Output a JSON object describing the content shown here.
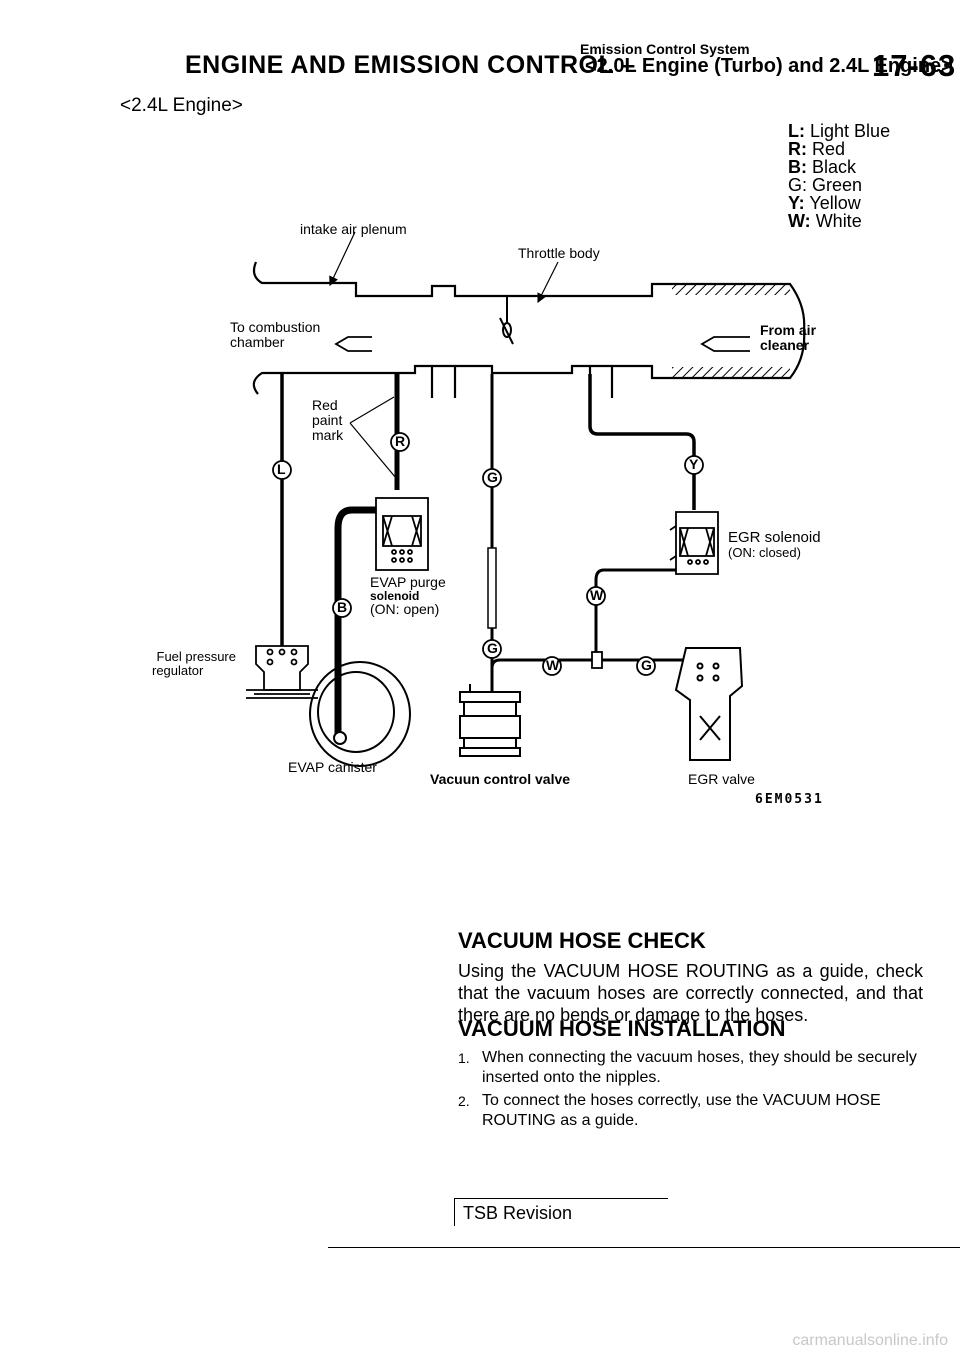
{
  "header": {
    "section": "ENGINE AND EMISSION CONTROL –",
    "system": "Emission Control System",
    "engines": "<2.0L Engine (Turbo) and 2.4L Engine>",
    "page_number": "17-63"
  },
  "subtitle": "<2.4L Engine>",
  "legend": [
    {
      "key": "L:",
      "value": "Light Blue"
    },
    {
      "key": "R:",
      "value": "Red"
    },
    {
      "key": "B:",
      "value": "Black"
    },
    {
      "key": "G:",
      "value": "Green"
    },
    {
      "key": "Y:",
      "value": "Yellow"
    },
    {
      "key": "W:",
      "value": "White"
    }
  ],
  "diagram": {
    "intake_air_plenum": "intake air plenum",
    "throttle_body": "Throttle body",
    "to_combustion": [
      "To combustion",
      "chamber"
    ],
    "from_air_cleaner": [
      "From air",
      "cleaner"
    ],
    "red_paint_mark": [
      "Red",
      "paint",
      "mark"
    ],
    "evap_purge_solenoid": [
      "EVAP purge",
      "solenoid",
      "(ON: open)"
    ],
    "egr_solenoid": [
      "EGR solenoid",
      "(ON: closed)"
    ],
    "fuel_pressure_regulator": [
      "Fuel pressure",
      "regulator"
    ],
    "evap_canister": "EVAP canister",
    "vacuum_control_valve": "Vacuun control valve",
    "egr_valve": "EGR valve",
    "figure_code": "6EM0531",
    "hose_letters": {
      "l": "L",
      "r": "R",
      "g1": "G",
      "y": "Y",
      "b": "B",
      "w1": "W",
      "g2": "G",
      "w2": "W",
      "g3": "G"
    }
  },
  "vacuum_hose_check": {
    "title": "VACUUM HOSE CHECK",
    "body": "Using the VACUUM HOSE ROUTING as a guide, check that the vacuum hoses are correctly connected, and that there are no bends or damage to the hoses."
  },
  "vacuum_hose_installation": {
    "title": "VACUUM HOSE INSTALLATION",
    "steps": [
      {
        "num": "1.",
        "text": "When connecting the vacuum hoses, they should be securely inserted onto the nipples."
      },
      {
        "num": "2.",
        "text": "To connect the hoses correctly, use the VACUUM HOSE ROUTING as a guide."
      }
    ]
  },
  "footer": {
    "tsb": "TSB Revision",
    "watermark": "carmanualsonline.info"
  }
}
